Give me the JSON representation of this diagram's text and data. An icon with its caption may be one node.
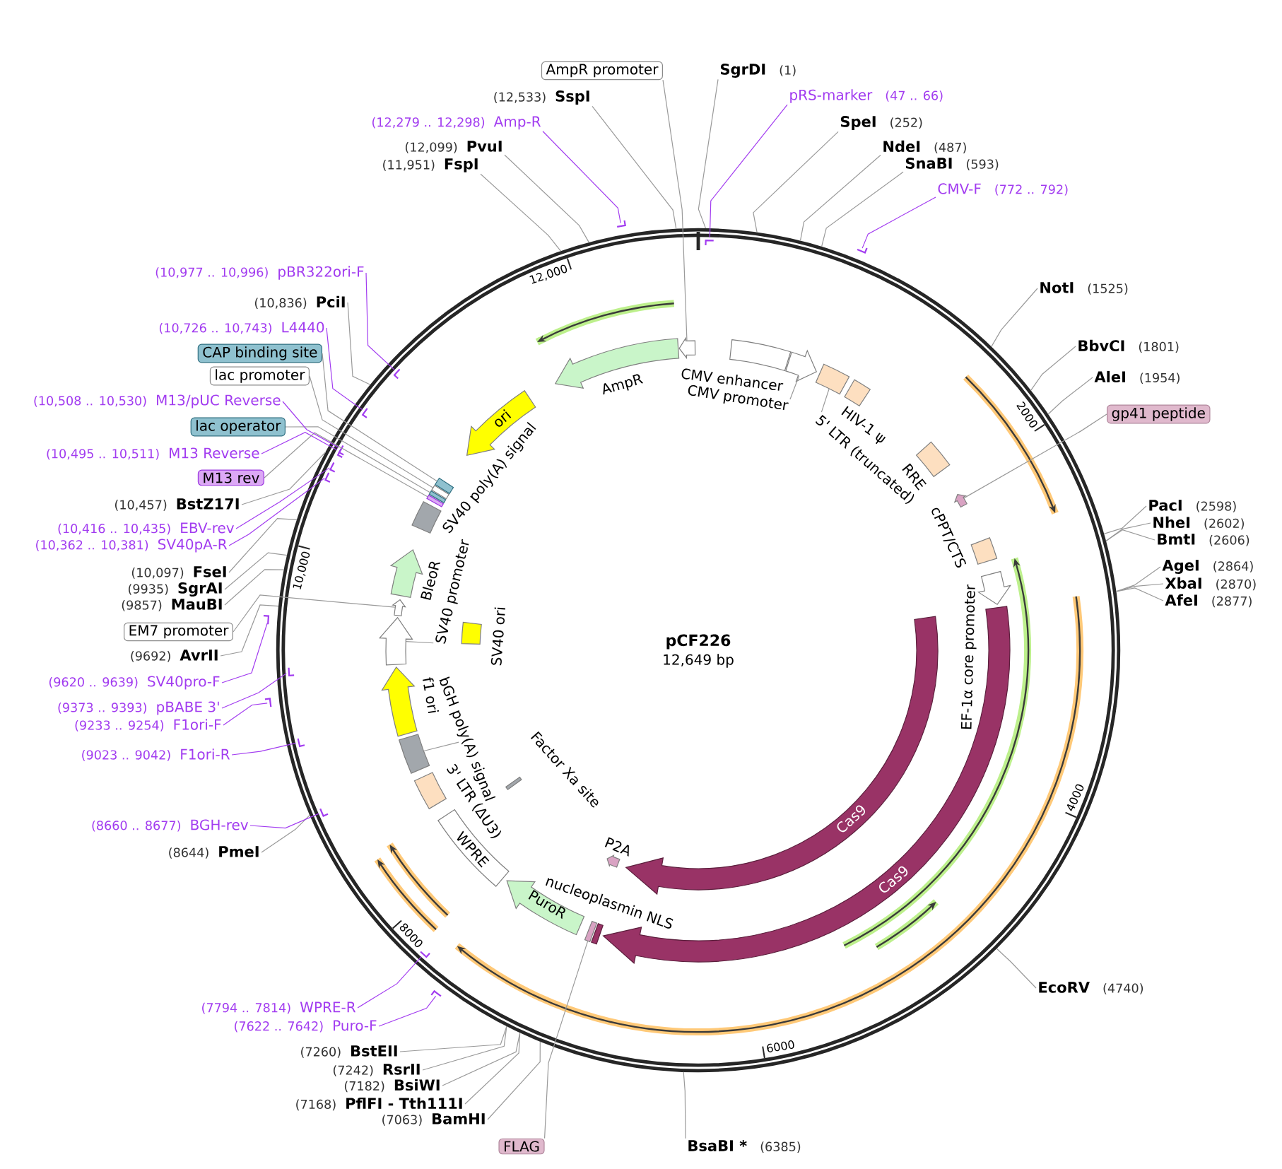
{
  "diagram": {
    "title": "pCF226",
    "nodes": [
      {
        "text": [],
        "shape": "circle"
      },
      {
        "text": [],
        "shape": "box",
        "beside": [
          "CMV enhancer"
        ],
        "in": 0
      },
      {
        "text": [],
        "shape": "arrow",
        "in": 0
      },
      {
        "text": [],
        "shape": "box",
        "in": 0
      },
      {
        "text": [],
        "shape": "box",
        "beside": [
          "HIV-1 ψ"
        ],
        "in": 0
      },
      {
        "text": [],
        "shape": "box",
        "beside": [
          "RRE"
        ],
        "in": 0
      },
      {
        "text": [],
        "shape": "arrow",
        "in": 0
      },
      {
        "text": [],
        "shape": "box",
        "beside": [
          "cPPT/CTS"
        ],
        "in": 0
      },
      {
        "text": [],
        "shape": "arrow",
        "beside": [
          "EF-1α core promoter"
        ],
        "in": 0
      },
      {
        "text": [
          "Cas9"
        ],
        "in": 0
      },
      {
        "text": [
          "Cas9"
        ],
        "in": 0
      },
      {
        "text": [],
        "shape": "box",
        "beside": [
          "nucleoplasmin NLS"
        ],
        "in": 0
      },
      {
        "text": [],
        "shape": "box",
        "in": 0
      },
      {
        "text": [],
        "shape": "arrow",
        "beside": [
          "P2A"
        ],
        "in": 0
      },
      {
        "text": [
          "PuroR"
        ],
        "in": 0
      },
      {
        "text": [
          "WPRE"
        ],
        "in": 0
      },
      {
        "text": [],
        "shape": "box",
        "beside": [
          "Factor Xa site"
        ],
        "in": 0
      },
      {
        "text": [],
        "shape": "box",
        "beside": [
          "3' LTR (ΔU3)"
        ],
        "in": 0
      },
      {
        "text": [],
        "shape": "box",
        "in": 0
      },
      {
        "text": [],
        "shape": "arrow",
        "beside": [
          "f1 ori"
        ],
        "in": 0
      },
      {
        "text": [],
        "shape": "arrow",
        "in": 0
      },
      {
        "text": [],
        "shape": "box",
        "beside": [
          "SV40 ori"
        ],
        "in": 0
      },
      {
        "text": [],
        "shape": "arrow",
        "in": 0
      },
      {
        "text": [],
        "shape": "arrow",
        "beside": [
          "BleoR"
        ],
        "in": 0
      },
      {
        "text": [],
        "shape": "box",
        "beside": [
          "SV40 poly(A) signal"
        ],
        "in": 0
      },
      {
        "text": [],
        "shape": "box",
        "in": 0
      },
      {
        "text": [],
        "shape": "box",
        "in": 0
      },
      {
        "text": [],
        "shape": "box",
        "in": 0
      },
      {
        "text": [],
        "shape": "box",
        "in": 0
      },
      {
        "text": [
          "ori"
        ],
        "in": 0
      },
      {
        "text": [],
        "shape": "arrow",
        "beside": [
          "AmpR"
        ],
        "in": 0
      },
      {
        "text": [],
        "shape": "arrow",
        "in": 0
      },
      {
        "text": [
          "SgrDI",
          "(1)"
        ]
      },
      {
        "text": [
          "pRS-marker",
          "(47 .. 66)"
        ]
      },
      {
        "text": [],
        "shape": "arrow",
        "in": 0
      },
      {
        "text": [
          "SpeI",
          "(252)"
        ]
      },
      {
        "text": [
          "NdeI",
          "(487)"
        ]
      },
      {
        "text": [
          "SnaBI",
          "(593)"
        ]
      },
      {
        "text": [
          "CMV-F",
          "(772 .. 792)"
        ]
      },
      {
        "text": [],
        "shape": "arrow"
      },
      {
        "text": [
          "NotI",
          "(1525)"
        ]
      },
      {
        "text": [
          "BbvCI",
          "(1801)"
        ]
      },
      {
        "text": [
          "AleI",
          "(1954)"
        ]
      },
      {
        "text": [
          "gp41 peptide"
        ]
      },
      {
        "text": [
          "PacI",
          "(2598)"
        ]
      },
      {
        "text": [
          "NheI",
          "(2602)"
        ]
      },
      {
        "text": [
          "BmtI",
          "(2606)"
        ]
      },
      {
        "text": [
          "AgeI",
          "(2864)"
        ]
      },
      {
        "text": [
          "XbaI",
          "(2870)"
        ]
      },
      {
        "text": [
          "AfeI",
          "(2877)"
        ]
      },
      {
        "text": [
          "EcoRV",
          "(4740)"
        ]
      },
      {
        "text": [
          "BsaBI *",
          "(6385)"
        ]
      },
      {
        "text": [
          "FLAG"
        ]
      },
      {
        "text": [
          "(7063)",
          "BamHI"
        ]
      },
      {
        "text": [
          "(7168)",
          "PflFI - Tth111I"
        ]
      },
      {
        "text": [
          "(7182)",
          "BsiWI"
        ]
      },
      {
        "text": [
          "(7242)",
          "RsrII"
        ]
      },
      {
        "text": [
          "(7260)",
          "BstEII"
        ]
      },
      {
        "text": [
          "(7622 .. 7642)",
          "Puro-F"
        ]
      },
      {
        "text": [],
        "shape": "arrow"
      },
      {
        "text": [
          "(7794 .. 7814)",
          "WPRE-R"
        ]
      },
      {
        "text": [],
        "shape": "arrow",
        "in": 0
      },
      {
        "text": [
          "(8644)",
          "PmeI"
        ]
      },
      {
        "text": [
          "(8660 .. 8677)",
          "BGH-rev"
        ]
      },
      {
        "text": [],
        "shape": "arrow",
        "in": 0
      },
      {
        "text": [
          "(9023 .. 9042)",
          "F1ori-R"
        ]
      },
      {
        "text": [],
        "shape": "arrow",
        "in": 0
      },
      {
        "text": [
          "(9233 .. 9254)",
          "F1ori-F"
        ]
      },
      {
        "text": [],
        "shape": "arrow"
      },
      {
        "text": [
          "(9373 .. 9393)",
          "pBABE 3'"
        ]
      },
      {
        "text": [],
        "shape": "arrow",
        "in": 0
      },
      {
        "text": [
          "(9620 .. 9639)",
          "SV40pro-F"
        ]
      },
      {
        "text": [],
        "shape": "arrow"
      },
      {
        "text": [
          "(9692)",
          "AvrII"
        ]
      },
      {
        "text": [
          "EM7 promoter"
        ]
      },
      {
        "text": [
          "(9857)",
          "MauBI"
        ]
      },
      {
        "text": [
          "(9935)",
          "SgrAI"
        ]
      },
      {
        "text": [
          "(10,097)",
          "FseI"
        ]
      },
      {
        "text": [
          "(10,362 .. 10,381)",
          "SV40pA-R"
        ]
      },
      {
        "text": [],
        "shape": "arrow",
        "in": 0
      },
      {
        "text": [
          "(10,416 .. 10,435)",
          "EBV-rev"
        ]
      },
      {
        "text": [],
        "shape": "arrow",
        "in": 0
      },
      {
        "text": [
          "(10,457)",
          "BstZ17I"
        ]
      },
      {
        "text": [
          "M13 rev"
        ]
      },
      {
        "text": [
          "(10,495 .. 10,511)",
          "M13 Reverse"
        ]
      },
      {
        "text": [],
        "shape": "arrow",
        "in": 0
      },
      {
        "text": [
          "lac operator"
        ]
      },
      {
        "text": [
          "(10,508 .. 10,530)",
          "M13/pUC Reverse"
        ]
      },
      {
        "text": [],
        "shape": "arrow",
        "in": 0
      },
      {
        "text": [
          "lac promoter"
        ]
      },
      {
        "text": [
          "CAP binding site"
        ]
      },
      {
        "text": [
          "(10,726 .. 10,743)",
          "L4440"
        ]
      },
      {
        "text": [],
        "shape": "arrow",
        "in": 0
      },
      {
        "text": [
          "(10,836)",
          "PciI"
        ]
      },
      {
        "text": [
          "(10,977 .. 10,996)",
          "pBR322ori-F"
        ]
      },
      {
        "text": [],
        "shape": "arrow",
        "in": 0
      },
      {
        "text": [
          "(11,951)",
          "FspI"
        ]
      },
      {
        "text": [
          "(12,099)",
          "PvuI"
        ]
      },
      {
        "text": [
          "(12,279 .. 12,298)",
          "Amp-R"
        ]
      },
      {
        "text": [],
        "shape": "arrow"
      },
      {
        "text": [
          "(12,533)",
          "SspI"
        ]
      },
      {
        "text": [
          "AmpR promoter"
        ]
      },
      {
        "text": [
          "CMV promoter"
        ],
        "in": 0
      },
      {
        "text": [
          "5' LTR (truncated)"
        ],
        "in": 0
      },
      {
        "text": [
          "bGH poly(A) signal"
        ],
        "in": 0
      },
      {
        "text": [
          "SV40 promoter"
        ],
        "in": 0
      }
    ],
    "edges": [
      {
        "from": 32,
        "to": 0,
        "arrow": "none"
      },
      {
        "from": 33,
        "to": 34,
        "arrow": "none",
        "color": "#a23cf0"
      },
      {
        "from": 35,
        "to": 0,
        "arrow": "none"
      },
      {
        "from": 36,
        "to": 0,
        "arrow": "none"
      },
      {
        "from": 37,
        "to": 0,
        "arrow": "none"
      },
      {
        "from": 38,
        "to": 39,
        "arrow": "none",
        "color": "#a23cf0"
      },
      {
        "from": 40,
        "to": 0,
        "arrow": "none"
      },
      {
        "from": 41,
        "to": 0,
        "arrow": "none"
      },
      {
        "from": 42,
        "to": 0,
        "arrow": "none"
      },
      {
        "from": 43,
        "to": 6,
        "arrow": "none"
      },
      {
        "from": 44,
        "to": 0,
        "arrow": "none"
      },
      {
        "from": 45,
        "to": 0,
        "arrow": "none"
      },
      {
        "from": 46,
        "to": 0,
        "arrow": "none"
      },
      {
        "from": 47,
        "to": 0,
        "arrow": "none"
      },
      {
        "from": 48,
        "to": 0,
        "arrow": "none"
      },
      {
        "from": 49,
        "to": 0,
        "arrow": "none"
      },
      {
        "from": 50,
        "to": 0,
        "arrow": "none"
      },
      {
        "from": 51,
        "to": 0,
        "arrow": "none"
      },
      {
        "from": 52,
        "to": 12,
        "arrow": "none"
      },
      {
        "from": 53,
        "to": 0,
        "arrow": "none"
      },
      {
        "from": 54,
        "to": 0,
        "arrow": "none"
      },
      {
        "from": 55,
        "to": 0,
        "arrow": "none"
      },
      {
        "from": 56,
        "to": 0,
        "arrow": "none"
      },
      {
        "from": 57,
        "to": 0,
        "arrow": "none"
      },
      {
        "from": 58,
        "to": 59,
        "arrow": "none",
        "color": "#a23cf0"
      },
      {
        "from": 60,
        "to": 61,
        "arrow": "none",
        "color": "#a23cf0"
      },
      {
        "from": 62,
        "to": 0,
        "arrow": "none"
      },
      {
        "from": 63,
        "to": 64,
        "arrow": "none",
        "color": "#a23cf0"
      },
      {
        "from": 65,
        "to": 66,
        "arrow": "none",
        "color": "#a23cf0"
      },
      {
        "from": 67,
        "to": 68,
        "arrow": "none",
        "color": "#a23cf0"
      },
      {
        "from": 69,
        "to": 70,
        "arrow": "none",
        "color": "#a23cf0"
      },
      {
        "from": 71,
        "to": 72,
        "arrow": "none",
        "color": "#a23cf0"
      },
      {
        "from": 73,
        "to": 0,
        "arrow": "none"
      },
      {
        "from": 74,
        "to": 22,
        "arrow": "none"
      },
      {
        "from": 75,
        "to": 0,
        "arrow": "none"
      },
      {
        "from": 76,
        "to": 0,
        "arrow": "none"
      },
      {
        "from": 77,
        "to": 0,
        "arrow": "none"
      },
      {
        "from": 78,
        "to": 79,
        "arrow": "none",
        "color": "#a23cf0"
      },
      {
        "from": 80,
        "to": 81,
        "arrow": "none",
        "color": "#a23cf0"
      },
      {
        "from": 82,
        "to": 0,
        "arrow": "none"
      },
      {
        "from": 83,
        "to": 25,
        "arrow": "none"
      },
      {
        "from": 84,
        "to": 85,
        "arrow": "none",
        "color": "#a23cf0"
      },
      {
        "from": 86,
        "to": 26,
        "arrow": "none"
      },
      {
        "from": 87,
        "to": 88,
        "arrow": "none",
        "color": "#a23cf0"
      },
      {
        "from": 89,
        "to": 27,
        "arrow": "none"
      },
      {
        "from": 90,
        "to": 28,
        "arrow": "none"
      },
      {
        "from": 91,
        "to": 92,
        "arrow": "none",
        "color": "#a23cf0"
      },
      {
        "from": 93,
        "to": 0,
        "arrow": "none"
      },
      {
        "from": 94,
        "to": 95,
        "arrow": "none",
        "color": "#a23cf0"
      },
      {
        "from": 96,
        "to": 0,
        "arrow": "none"
      },
      {
        "from": 97,
        "to": 0,
        "arrow": "none"
      },
      {
        "from": 98,
        "to": 99,
        "arrow": "none",
        "color": "#a23cf0"
      },
      {
        "from": 100,
        "to": 0,
        "arrow": "none"
      },
      {
        "from": 101,
        "to": 31,
        "arrow": "none"
      },
      {
        "from": 102,
        "to": 2,
        "arrow": "none"
      },
      {
        "from": 103,
        "to": 3,
        "arrow": "none"
      },
      {
        "from": 104,
        "to": 18,
        "arrow": "none"
      },
      {
        "from": 105,
        "to": 20,
        "arrow": "none"
      }
    ],
    "labels": [
      "12,649 bp",
      "2000",
      "4000",
      "6000",
      "8000",
      "10,000",
      "12,000"
    ]
  }
}
